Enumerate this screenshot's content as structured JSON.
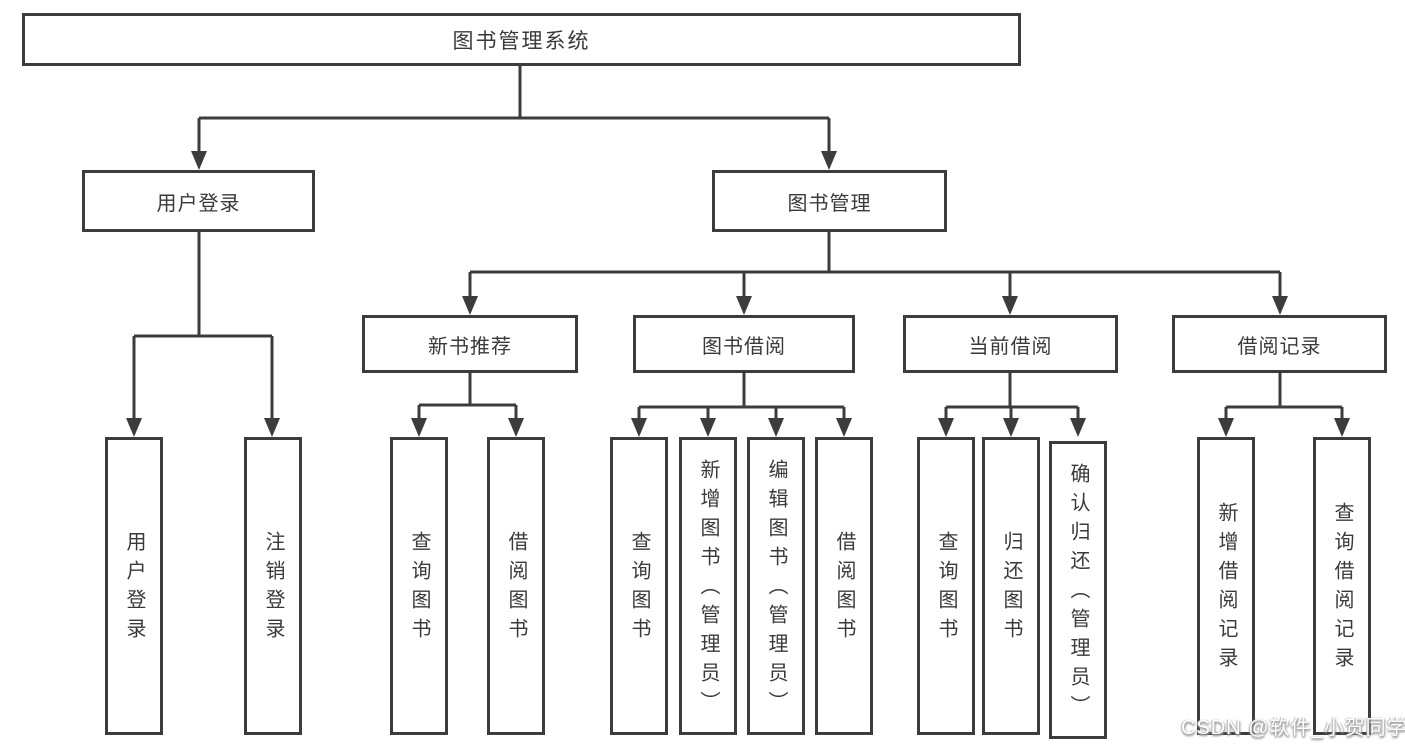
{
  "diagram": {
    "type": "hierarchy-tree",
    "colors": {
      "line": "#3c3c3c",
      "box_border": "#3c3c3c",
      "box_background": "#ffffff",
      "text": "#3a3a3a",
      "watermark_text": "#ffffff",
      "watermark_shadow": "#9b9b9b"
    },
    "tree": {
      "root": {
        "label": "图书管理系统",
        "children": [
          {
            "label": "用户登录",
            "children": [
              {
                "label": "用户登录"
              },
              {
                "label": "注销登录"
              }
            ]
          },
          {
            "label": "图书管理",
            "children": [
              {
                "label": "新书推荐",
                "children": [
                  {
                    "label": "查询图书"
                  },
                  {
                    "label": "借阅图书"
                  }
                ]
              },
              {
                "label": "图书借阅",
                "children": [
                  {
                    "label": "查询图书"
                  },
                  {
                    "label": "新增图书（管理员）"
                  },
                  {
                    "label": "编辑图书（管理员）"
                  },
                  {
                    "label": "借阅图书"
                  }
                ]
              },
              {
                "label": "当前借阅",
                "children": [
                  {
                    "label": "查询图书"
                  },
                  {
                    "label": "归还图书"
                  },
                  {
                    "label": "确认归还（管理员）"
                  }
                ]
              },
              {
                "label": "借阅记录",
                "children": [
                  {
                    "label": "新增借阅记录"
                  },
                  {
                    "label": "查询借阅记录"
                  }
                ]
              }
            ]
          }
        ]
      }
    }
  },
  "watermark": {
    "text": "CSDN @软件_小贺同学"
  }
}
